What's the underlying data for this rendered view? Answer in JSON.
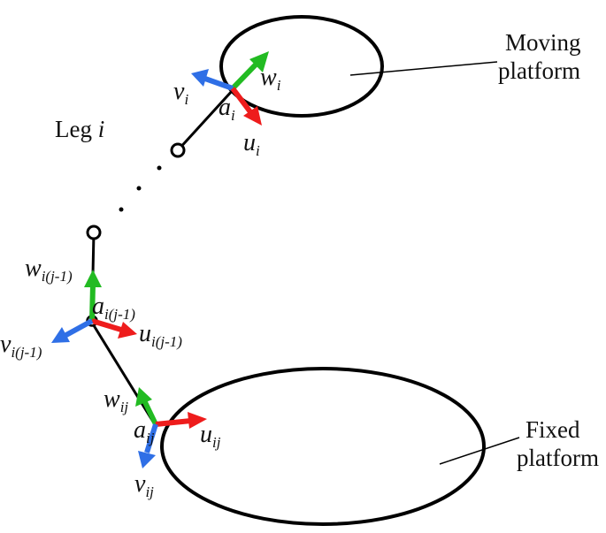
{
  "labels": {
    "moving_platform_line1": "Moving",
    "moving_platform_line2": "platform",
    "fixed_platform_line1": "Fixed",
    "fixed_platform_line2": "platform",
    "leg_prefix": "Leg ",
    "leg_index": "i"
  },
  "frames": {
    "top": {
      "v": "v",
      "v_sub": "i",
      "w": "w",
      "w_sub": "i",
      "a": "a",
      "a_sub": "i",
      "u": "u",
      "u_sub": "i"
    },
    "middle": {
      "w": "w",
      "w_sub": "i(j-1)",
      "a": "a",
      "a_sub": "i(j-1)",
      "u": "u",
      "u_sub": "i(j-1)",
      "v": "v",
      "v_sub": "i(j-1)"
    },
    "bottom": {
      "w": "w",
      "w_sub": "ij",
      "a": "a",
      "a_sub": "ij",
      "u": "u",
      "u_sub": "ij",
      "v": "v",
      "v_sub": "ij"
    }
  },
  "colors": {
    "u_axis": "#ee1c1c",
    "v_axis": "#2f6fe6",
    "w_axis": "#22bb22",
    "outline": "#000000"
  }
}
